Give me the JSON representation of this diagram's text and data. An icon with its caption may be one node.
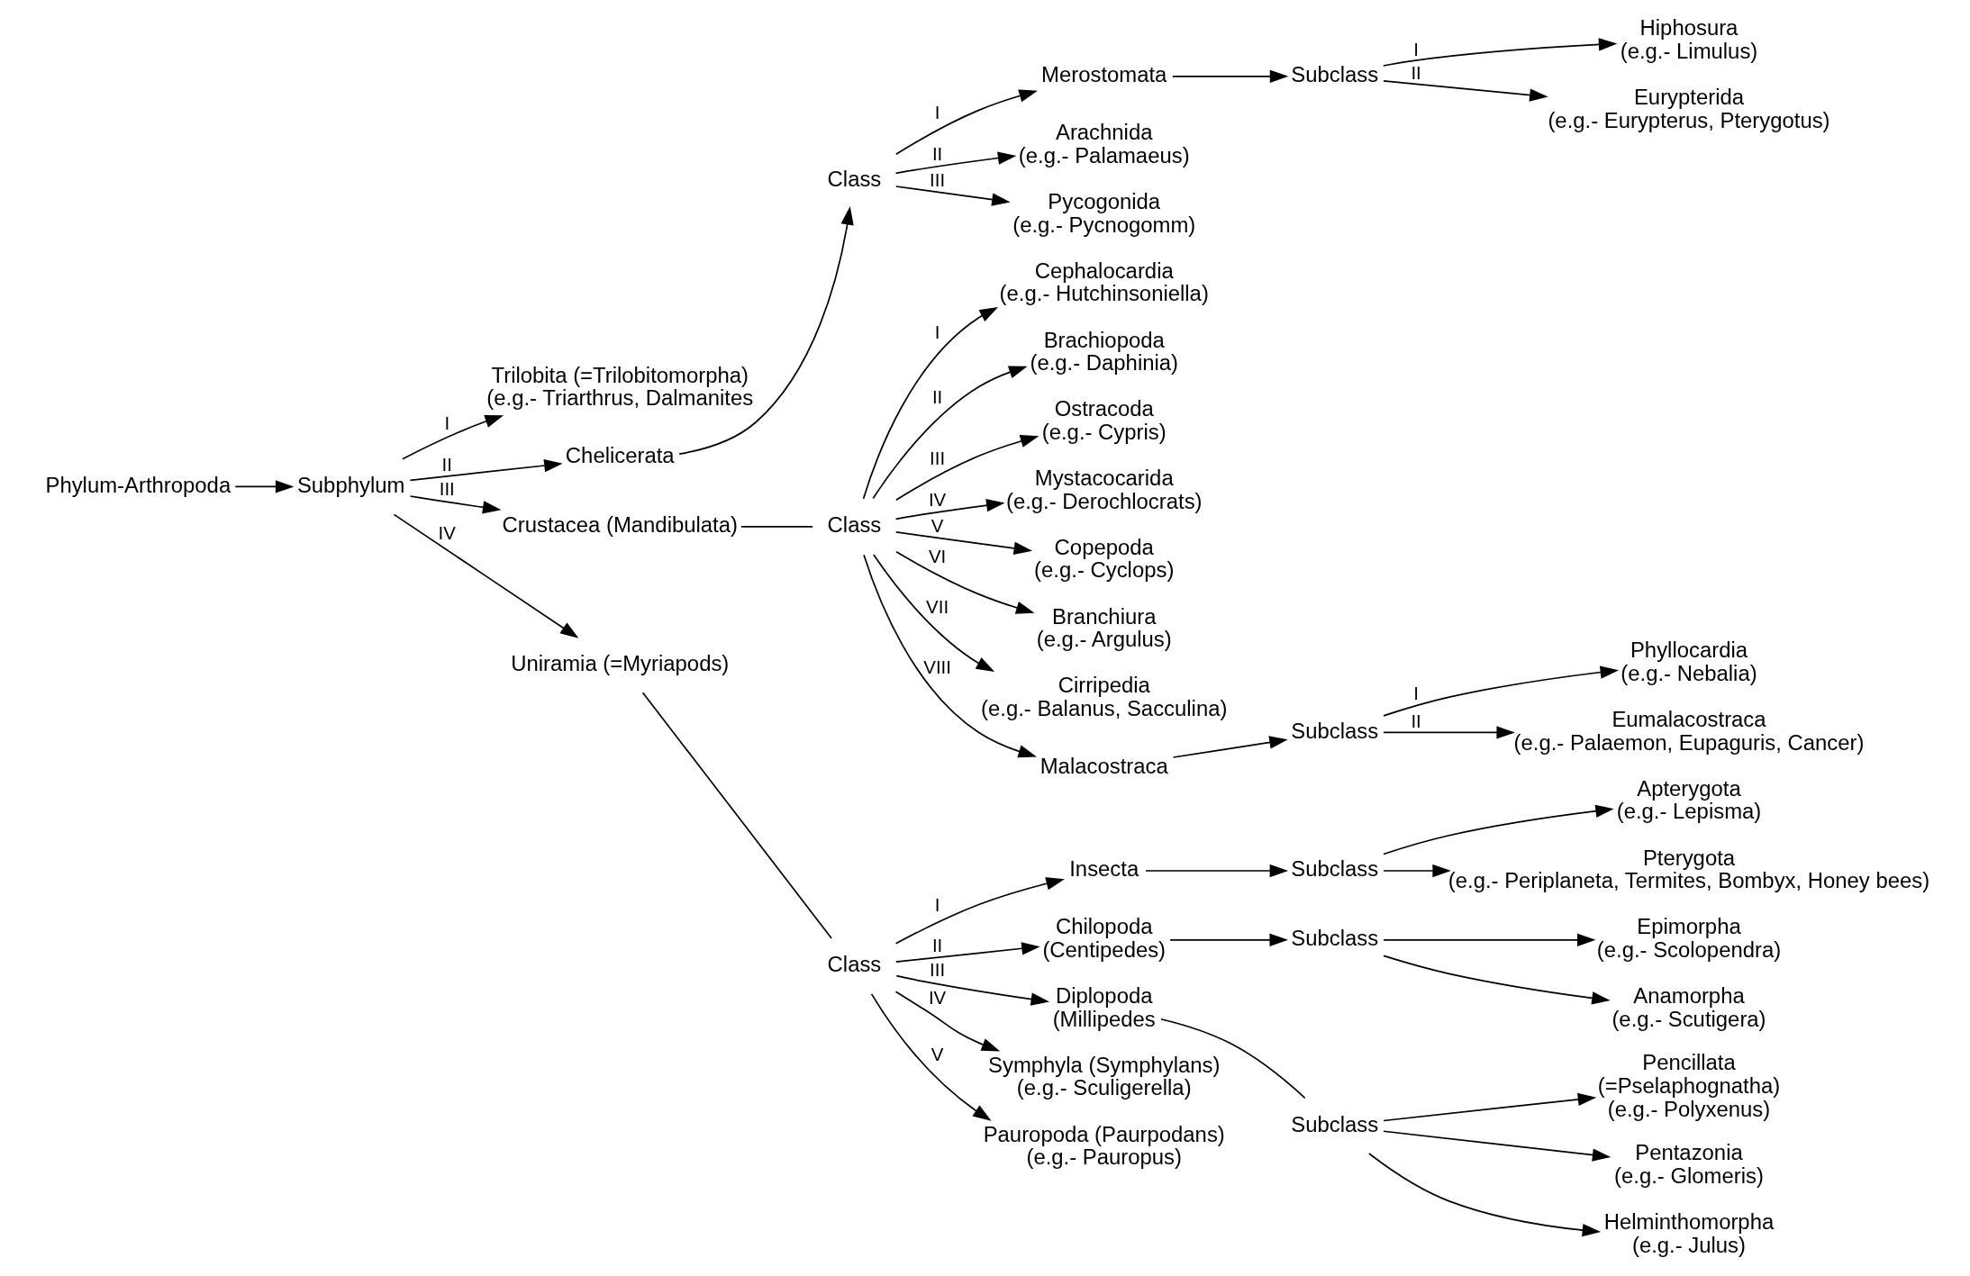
{
  "diagram": {
    "nodes": [
      {
        "text": [
          "Phylum-Arthropoda"
        ]
      },
      {
        "text": [
          "Subphylum"
        ]
      },
      {
        "text": [
          "Trilobita (=Trilobitomorpha)",
          "(e.g.- Triarthrus, Dalmanites"
        ]
      },
      {
        "text": [
          "Chelicerata"
        ]
      },
      {
        "text": [
          "Crustacea (Mandibulata)"
        ]
      },
      {
        "text": [
          "Uniramia (=Myriapods)"
        ]
      },
      {
        "text": [
          "Class"
        ]
      },
      {
        "text": [
          "Merostomata"
        ]
      },
      {
        "text": [
          "Arachnida",
          "(e.g.- Palamaeus)"
        ]
      },
      {
        "text": [
          "Pycogonida",
          "(e.g.- Pycnogomm)"
        ]
      },
      {
        "text": [
          "Subclass"
        ]
      },
      {
        "text": [
          "Hiphosura",
          "(e.g.- Limulus)"
        ]
      },
      {
        "text": [
          "Eurypterida",
          "(e.g.- Eurypterus, Pterygotus)"
        ]
      },
      {
        "text": [
          "Class"
        ]
      },
      {
        "text": [
          "Cephalocardia",
          "(e.g.- Hutchinsoniella)"
        ]
      },
      {
        "text": [
          "Brachiopoda",
          "(e.g.- Daphinia)"
        ]
      },
      {
        "text": [
          "Ostracoda",
          "(e.g.- Cypris)"
        ]
      },
      {
        "text": [
          "Mystacocarida",
          "(e.g.- Derochlocrats)"
        ]
      },
      {
        "text": [
          "Copepoda",
          "(e.g.- Cyclops)"
        ]
      },
      {
        "text": [
          "Branchiura",
          "(e.g.- Argulus)"
        ]
      },
      {
        "text": [
          "Cirripedia",
          "(e.g.- Balanus, Sacculina)"
        ]
      },
      {
        "text": [
          "Malacostraca"
        ]
      },
      {
        "text": [
          "Subclass"
        ]
      },
      {
        "text": [
          "Phyllocardia",
          "(e.g.- Nebalia)"
        ]
      },
      {
        "text": [
          "Eumalacostraca",
          "(e.g.- Palaemon, Eupaguris, Cancer)"
        ]
      },
      {
        "text": [
          "Class"
        ]
      },
      {
        "text": [
          "Insecta"
        ]
      },
      {
        "text": [
          "Subclass"
        ]
      },
      {
        "text": [
          "Apterygota",
          "(e.g.- Lepisma)"
        ]
      },
      {
        "text": [
          "Pterygota",
          "(e.g.- Periplaneta, Termites, Bombyx, Honey bees)"
        ]
      },
      {
        "text": [
          "Chilopoda",
          "(Centipedes)"
        ]
      },
      {
        "text": [
          "Subclass"
        ]
      },
      {
        "text": [
          "Epimorpha",
          "(e.g.- Scolopendra)"
        ]
      },
      {
        "text": [
          "Anamorpha",
          "(e.g.- Scutigera)"
        ]
      },
      {
        "text": [
          "Diplopoda",
          "(Millipedes"
        ]
      },
      {
        "text": [
          "Subclass"
        ]
      },
      {
        "text": [
          "Pencillata",
          "(=Pselaphognatha)",
          "(e.g.- Polyxenus)"
        ]
      },
      {
        "text": [
          "Pentazonia",
          "(e.g.- Glomeris)"
        ]
      },
      {
        "text": [
          "Helminthomorpha",
          "(e.g.- Julus)"
        ]
      },
      {
        "text": [
          "Symphyla (Symphylans)",
          "(e.g.- Sculigerella)"
        ]
      },
      {
        "text": [
          "Pauropoda (Paurpodans)",
          "(e.g.- Pauropus)"
        ]
      }
    ],
    "edges": [
      {
        "from": 0,
        "to": 1,
        "arrow": "to"
      },
      {
        "from": 1,
        "to": 2,
        "arrow": "to",
        "label": "I"
      },
      {
        "from": 1,
        "to": 3,
        "arrow": "to",
        "label": "II"
      },
      {
        "from": 1,
        "to": 4,
        "arrow": "to",
        "label": "III"
      },
      {
        "from": 1,
        "to": 5,
        "arrow": "to",
        "label": "IV"
      },
      {
        "from": 3,
        "to": 6,
        "arrow": "to"
      },
      {
        "from": 6,
        "to": 7,
        "arrow": "to",
        "label": "I"
      },
      {
        "from": 6,
        "to": 8,
        "arrow": "to",
        "label": "II"
      },
      {
        "from": 6,
        "to": 9,
        "arrow": "to",
        "label": "III"
      },
      {
        "from": 7,
        "to": 10,
        "arrow": "to"
      },
      {
        "from": 10,
        "to": 11,
        "arrow": "to",
        "label": "I"
      },
      {
        "from": 10,
        "to": 12,
        "arrow": "to",
        "label": "II"
      },
      {
        "from": 4,
        "to": 13,
        "arrow": "none"
      },
      {
        "from": 13,
        "to": 14,
        "arrow": "to",
        "label": "I"
      },
      {
        "from": 13,
        "to": 15,
        "arrow": "to",
        "label": "II"
      },
      {
        "from": 13,
        "to": 16,
        "arrow": "to",
        "label": "III"
      },
      {
        "from": 13,
        "to": 17,
        "arrow": "to",
        "label": "IV"
      },
      {
        "from": 13,
        "to": 18,
        "arrow": "to",
        "label": "V"
      },
      {
        "from": 13,
        "to": 19,
        "arrow": "to",
        "label": "VI"
      },
      {
        "from": 13,
        "to": 20,
        "arrow": "to",
        "label": "VII"
      },
      {
        "from": 13,
        "to": 21,
        "arrow": "to",
        "label": "VIII"
      },
      {
        "from": 21,
        "to": 22,
        "arrow": "to"
      },
      {
        "from": 22,
        "to": 23,
        "arrow": "to",
        "label": "I"
      },
      {
        "from": 22,
        "to": 24,
        "arrow": "to",
        "label": "II"
      },
      {
        "from": 5,
        "to": 25,
        "arrow": "none"
      },
      {
        "from": 25,
        "to": 26,
        "arrow": "to",
        "label": "I"
      },
      {
        "from": 26,
        "to": 27,
        "arrow": "to"
      },
      {
        "from": 27,
        "to": 28,
        "arrow": "to"
      },
      {
        "from": 27,
        "to": 29,
        "arrow": "to"
      },
      {
        "from": 25,
        "to": 30,
        "arrow": "to",
        "label": "II"
      },
      {
        "from": 30,
        "to": 31,
        "arrow": "to"
      },
      {
        "from": 31,
        "to": 32,
        "arrow": "to"
      },
      {
        "from": 31,
        "to": 33,
        "arrow": "to"
      },
      {
        "from": 25,
        "to": 34,
        "arrow": "to",
        "label": "III"
      },
      {
        "from": 34,
        "to": 35,
        "arrow": "none"
      },
      {
        "from": 35,
        "to": 36,
        "arrow": "to"
      },
      {
        "from": 35,
        "to": 37,
        "arrow": "to"
      },
      {
        "from": 35,
        "to": 38,
        "arrow": "to"
      },
      {
        "from": 25,
        "to": 39,
        "arrow": "to",
        "label": "IV"
      },
      {
        "from": 25,
        "to": 40,
        "arrow": "to",
        "label": "V"
      }
    ]
  }
}
